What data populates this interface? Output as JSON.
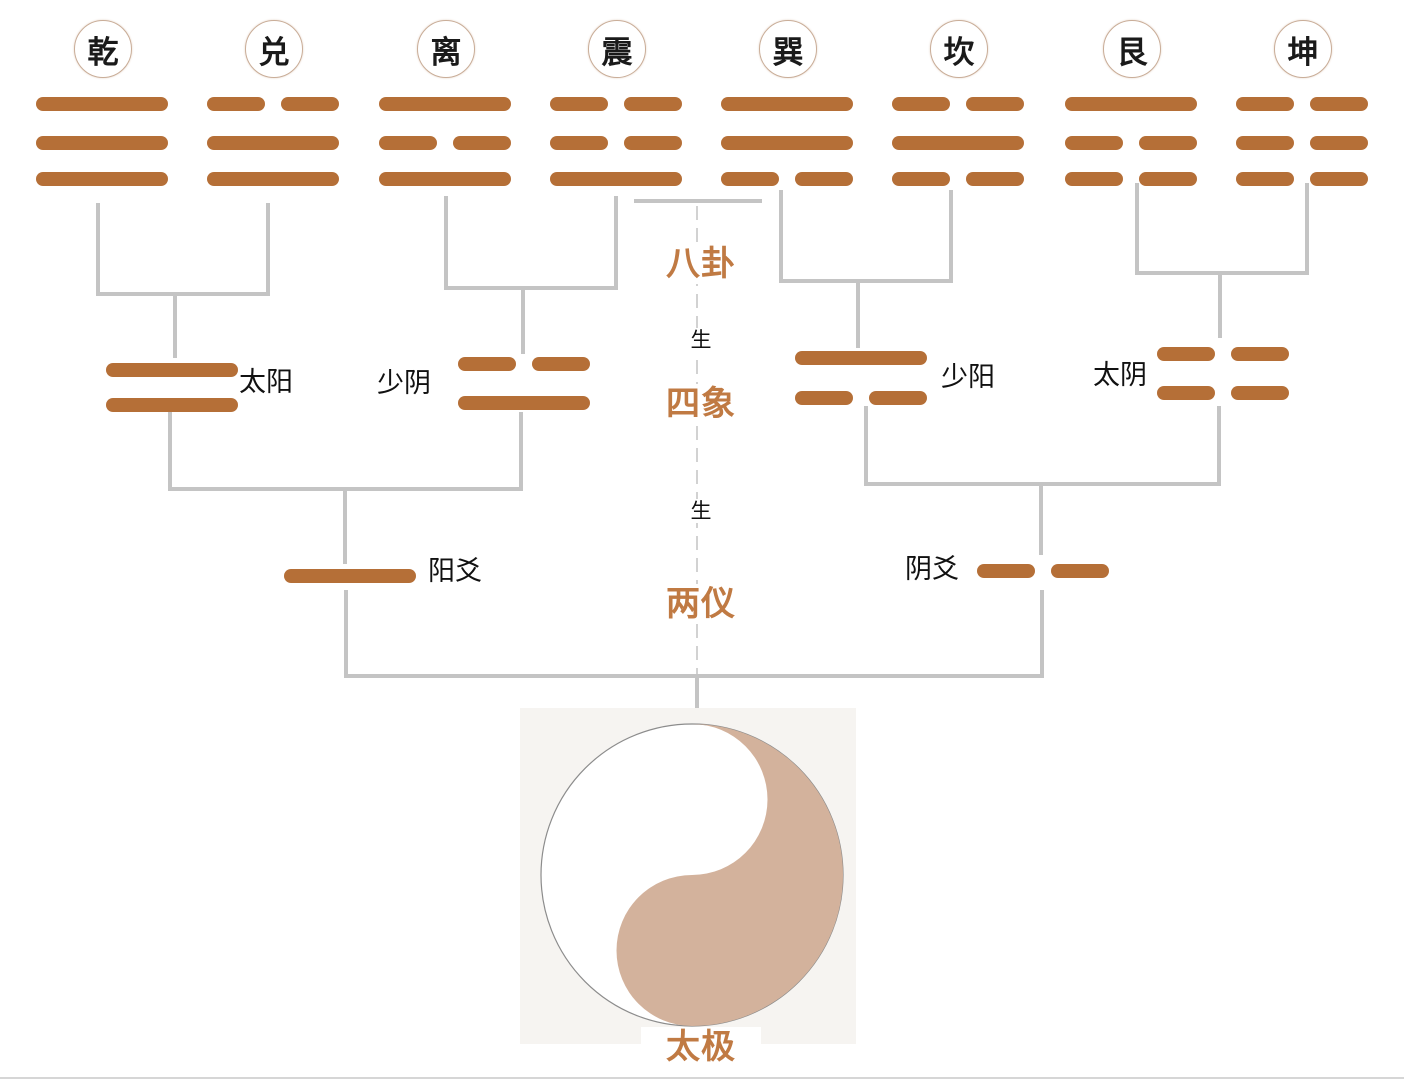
{
  "colors": {
    "bar": "#b56f37",
    "title_text": "#c07a43",
    "connector": "#c4c4c4",
    "taiji_dark": "#d3b29c",
    "taiji_light": "#ffffff"
  },
  "bagua": {
    "title": "八卦",
    "trigrams": [
      {
        "name": "乾",
        "lines": [
          "yang",
          "yang",
          "yang"
        ]
      },
      {
        "name": "兑",
        "lines": [
          "yin",
          "yang",
          "yang"
        ]
      },
      {
        "name": "离",
        "lines": [
          "yang",
          "yin",
          "yang"
        ]
      },
      {
        "name": "震",
        "lines": [
          "yin",
          "yin",
          "yang"
        ]
      },
      {
        "name": "巽",
        "lines": [
          "yang",
          "yang",
          "yin"
        ]
      },
      {
        "name": "坎",
        "lines": [
          "yin",
          "yang",
          "yin"
        ]
      },
      {
        "name": "艮",
        "lines": [
          "yang",
          "yin",
          "yin"
        ]
      },
      {
        "name": "坤",
        "lines": [
          "yin",
          "yin",
          "yin"
        ]
      }
    ]
  },
  "sixiang": {
    "title": "四象",
    "items": [
      {
        "label": "太阳",
        "lines": [
          "yang",
          "yang"
        ]
      },
      {
        "label": "少阴",
        "lines": [
          "yin",
          "yang"
        ]
      },
      {
        "label": "少阳",
        "lines": [
          "yang",
          "yin"
        ]
      },
      {
        "label": "太阴",
        "lines": [
          "yin",
          "yin"
        ]
      }
    ]
  },
  "liangyi": {
    "title": "两仪",
    "items": [
      {
        "label": "阳爻",
        "line": "yang"
      },
      {
        "label": "阴爻",
        "line": "yin"
      }
    ]
  },
  "taiji": {
    "title": "太极"
  },
  "sheng_label": "生"
}
